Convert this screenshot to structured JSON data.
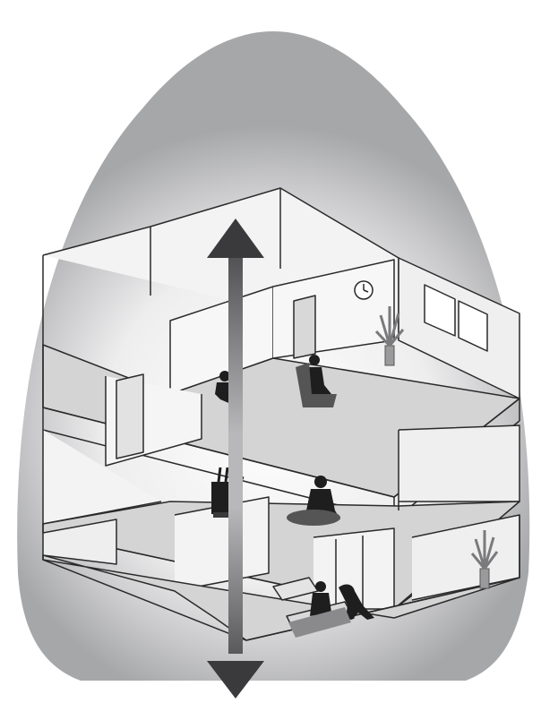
{
  "diagram": {
    "floors": [
      "top-floor",
      "middle-floor",
      "ground-floor"
    ],
    "icons": {
      "router": "router-icon",
      "arrow": "double-arrow-icon",
      "clock": "clock-icon",
      "plant": "plant-icon",
      "person": "person-icon",
      "dog": "dog-icon"
    },
    "colors": {
      "coverage_dome": "#a6a7a9",
      "coverage_core": "#ffffff",
      "line": "#2a2a2a",
      "floor_fill": "#d4d4d5",
      "arrow_dark": "#3a3a3c",
      "arrow_light": "#b8b8ba",
      "silhouette": "#1e1e1e"
    }
  }
}
